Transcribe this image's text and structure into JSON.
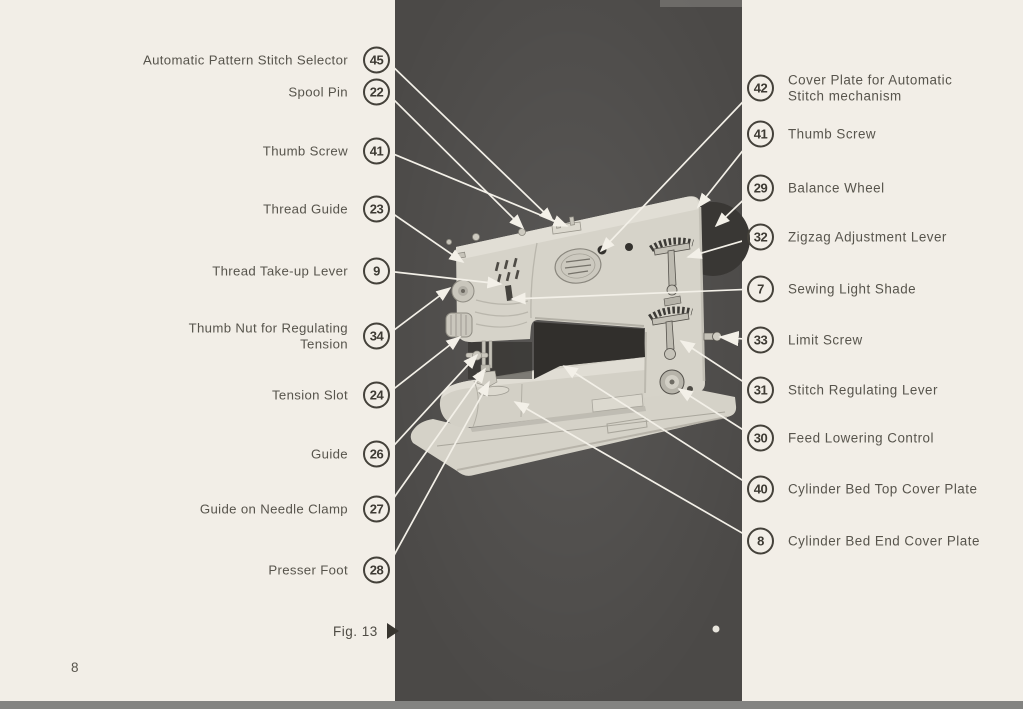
{
  "page": {
    "number": "8",
    "figure": {
      "caption": "Fig. 13"
    }
  },
  "illustration": {
    "subject": "Sewing machine, three-quarter front view photo on dark panel",
    "panel_color": "#4b4947",
    "machine_body_color": "#d6d3c9",
    "callout_line_color": "#f3f0e8",
    "paper_color": "#f2eee7"
  },
  "callouts": {
    "left": [
      {
        "number": "45",
        "label": "Automatic Pattern Stitch Selector"
      },
      {
        "number": "22",
        "label": "Spool Pin"
      },
      {
        "number": "41",
        "label": "Thumb Screw"
      },
      {
        "number": "23",
        "label": "Thread Guide"
      },
      {
        "number": "9",
        "label": "Thread Take-up Lever"
      },
      {
        "number": "34",
        "label": "Thumb Nut for Regulating Tension"
      },
      {
        "number": "24",
        "label": "Tension Slot"
      },
      {
        "number": "26",
        "label": "Guide"
      },
      {
        "number": "27",
        "label": "Guide on Needle Clamp"
      },
      {
        "number": "28",
        "label": "Presser Foot"
      }
    ],
    "right": [
      {
        "number": "42",
        "label": "Cover Plate for Automatic Stitch mechanism"
      },
      {
        "number": "41",
        "label": "Thumb Screw"
      },
      {
        "number": "29",
        "label": "Balance Wheel"
      },
      {
        "number": "32",
        "label": "Zigzag Adjustment Lever"
      },
      {
        "number": "7",
        "label": "Sewing Light Shade"
      },
      {
        "number": "33",
        "label": "Limit Screw"
      },
      {
        "number": "31",
        "label": "Stitch Regulating Lever"
      },
      {
        "number": "30",
        "label": "Feed Lowering Control"
      },
      {
        "number": "40",
        "label": "Cylinder Bed Top Cover Plate"
      },
      {
        "number": "8",
        "label": "Cylinder Bed End Cover Plate"
      }
    ]
  }
}
